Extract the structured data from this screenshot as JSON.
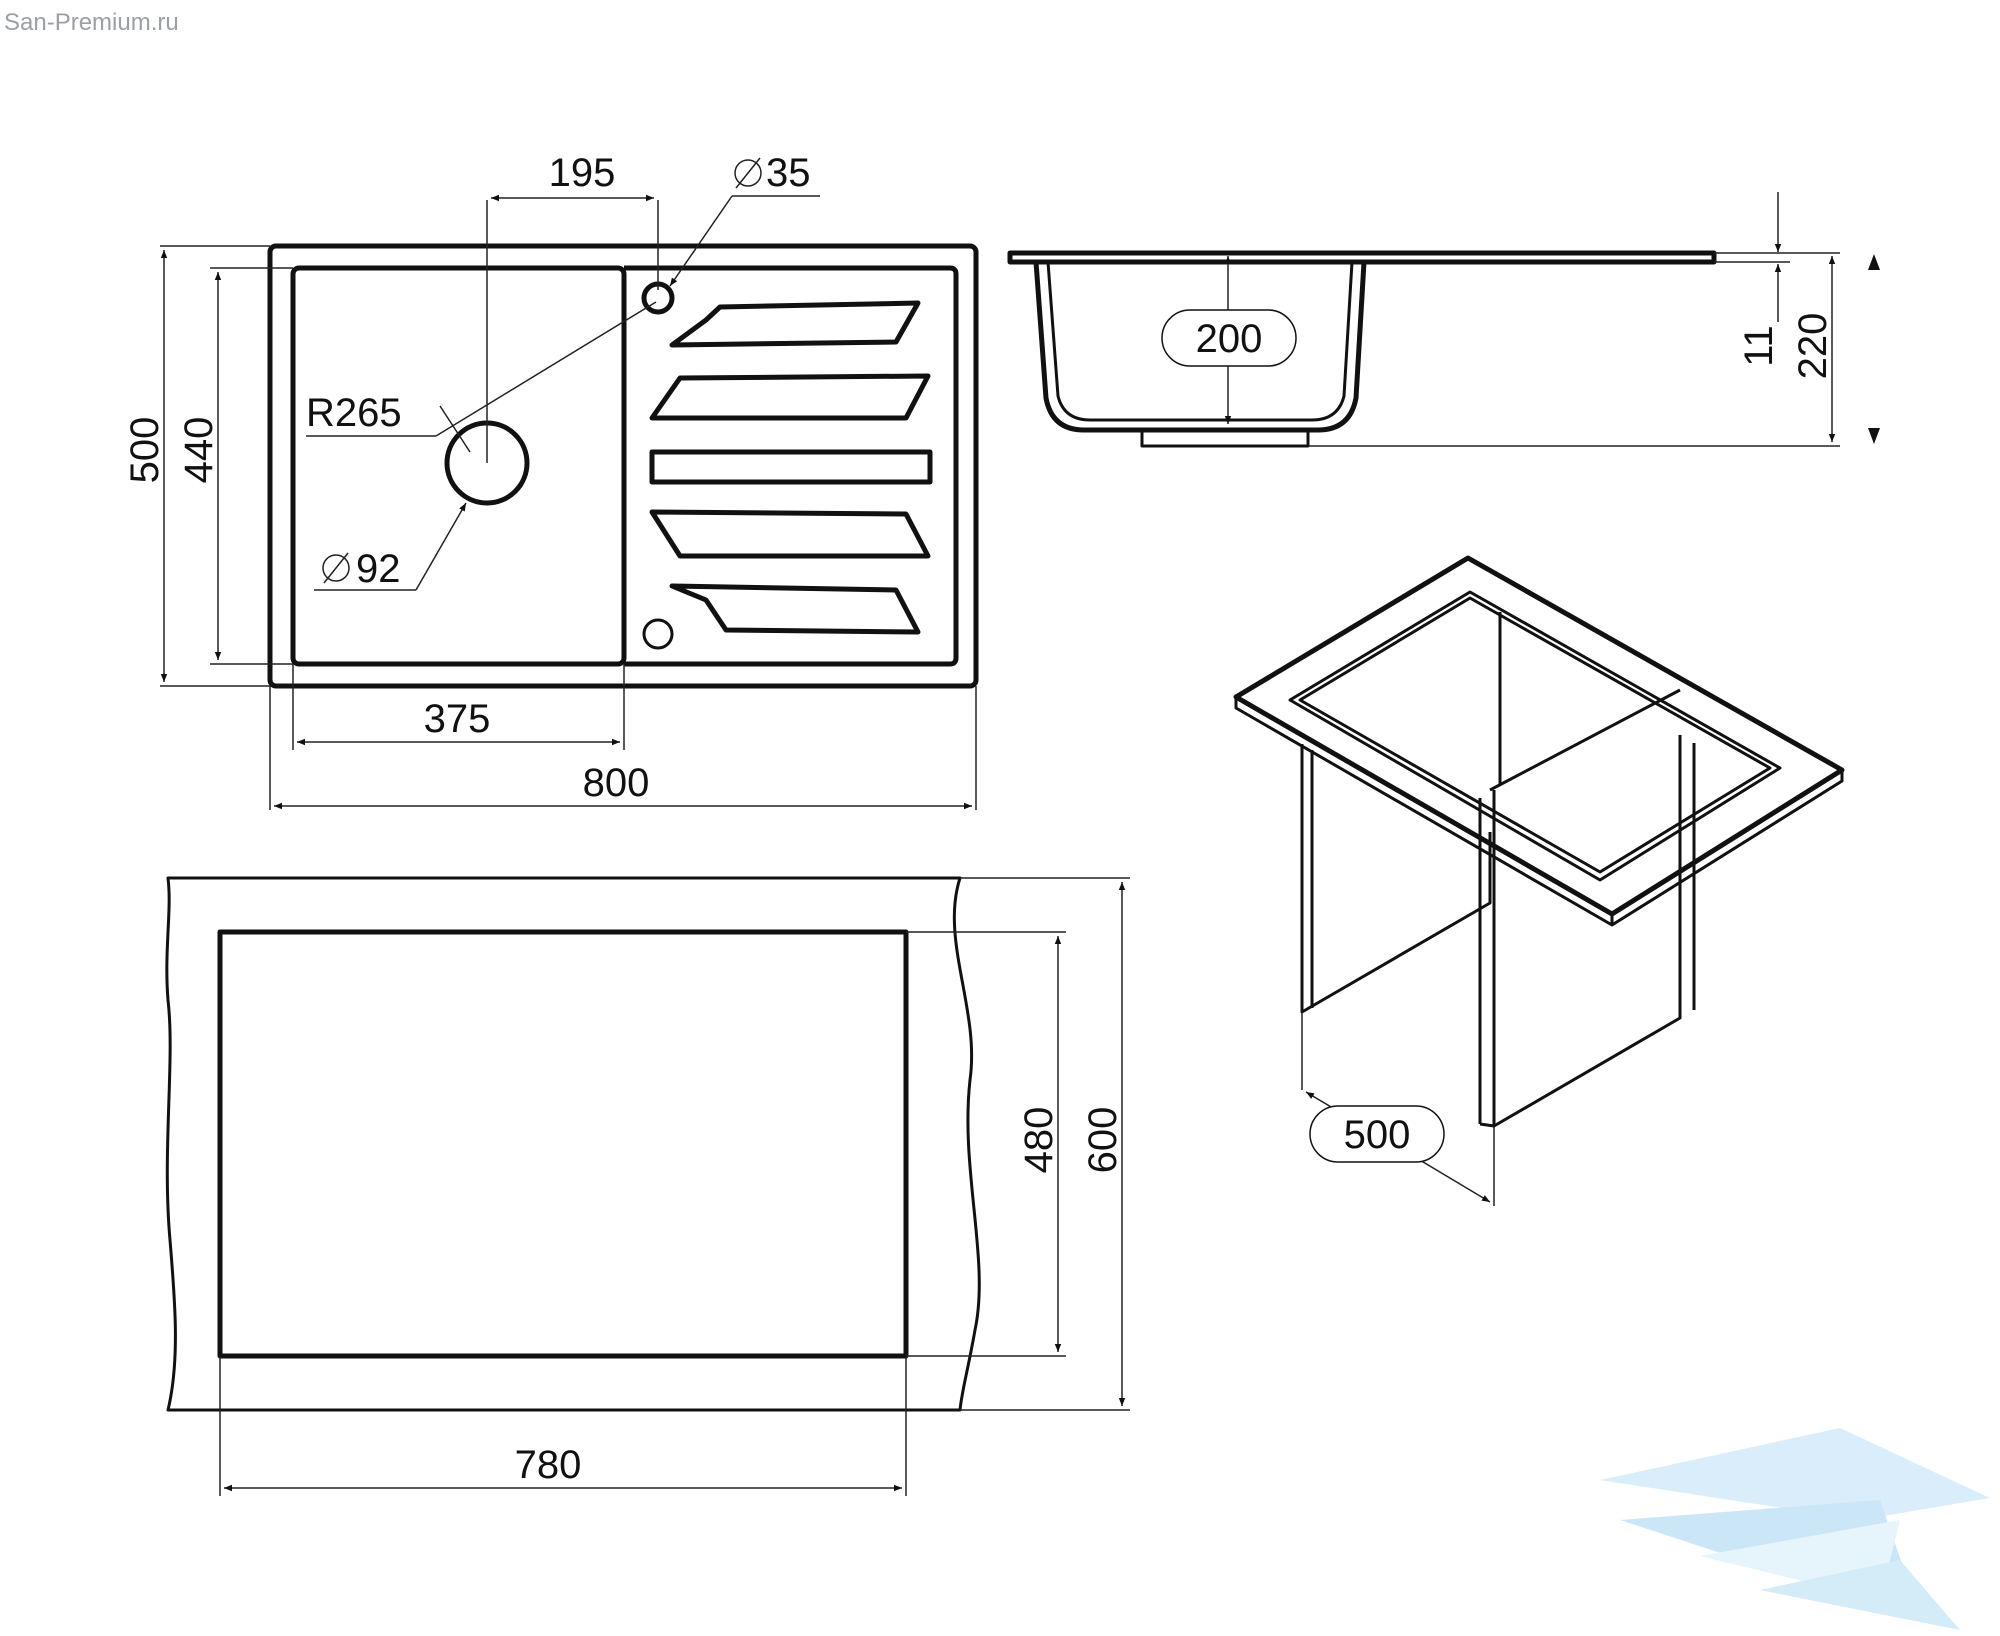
{
  "watermark": "San-Premium.ru",
  "diagram": {
    "top_view": {
      "overall_width": "800",
      "overall_height": "500",
      "bowl_height": "440",
      "bowl_width": "375",
      "tap_offset": "195",
      "tap_hole_diameter": "35",
      "drain_diameter": "92",
      "radius": "R265"
    },
    "side_view": {
      "bowl_depth": "200",
      "rim_thickness": "11",
      "total_height": "220"
    },
    "cutout_view": {
      "cutout_width": "780",
      "cutout_height": "480",
      "cabinet_depth": "600"
    },
    "cabinet_view": {
      "cabinet_width": "500"
    },
    "colors": {
      "line": "#111111",
      "logo": "#bfe0f5"
    },
    "diameter_symbol": "⌀"
  }
}
